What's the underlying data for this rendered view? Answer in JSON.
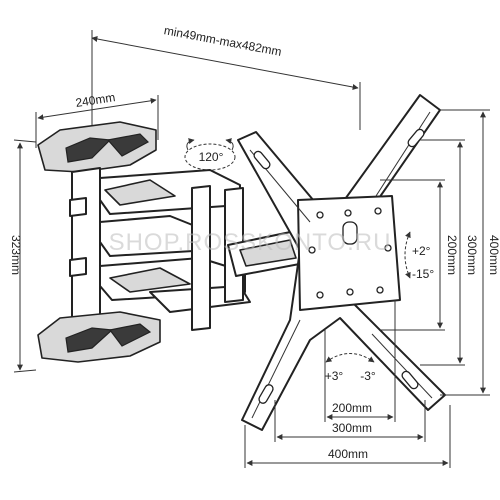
{
  "dimensions": {
    "arm_extension": "min49mm-max482mm",
    "plate_width": "240mm",
    "plate_height": "323mm",
    "swivel": "120°",
    "tilt_up": "+2°",
    "tilt_down": "-15°",
    "vesa_h_200": "200mm",
    "vesa_h_300": "300mm",
    "vesa_h_400": "400mm",
    "vesa_w_200": "200mm",
    "vesa_w_300": "300mm",
    "vesa_w_400": "400mm",
    "rotate_plus": "+3°",
    "rotate_minus": "-3°"
  },
  "watermark": "SHOP.ROSSKONTO.RU"
}
